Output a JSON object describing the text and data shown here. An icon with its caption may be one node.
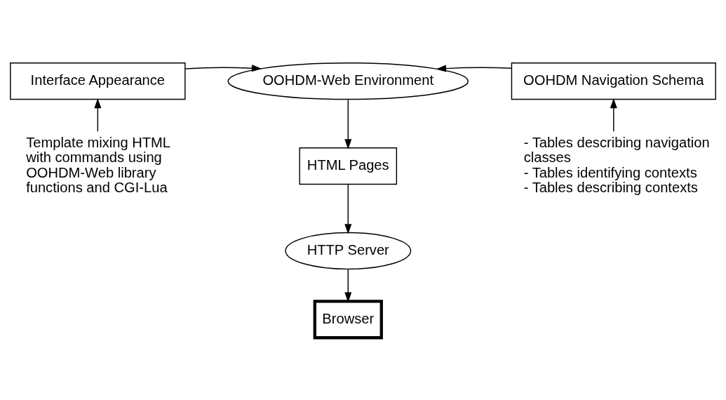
{
  "diagram": {
    "nodes": [
      {
        "text": [
          "Interface Appearance"
        ]
      },
      {
        "text": [
          "OOHDM-Web Environment"
        ]
      },
      {
        "text": [
          "OOHDM Navigation Schema"
        ]
      },
      {
        "text": [
          "Template mixing HTML with commands using OOHDM-Web library functions and CGI-Lua"
        ]
      },
      {
        "text": [
          "HTML Pages"
        ]
      },
      {
        "text": [
          "HTTP Server"
        ]
      },
      {
        "text": [
          "Browser"
        ]
      },
      {
        "text": [
          "- Tables describing navigation classes",
          "- Tables identifying contexts",
          "- Tables describing contexts"
        ]
      }
    ],
    "edges": [
      {
        "from": 0,
        "to": 1,
        "arrow": "to"
      },
      {
        "from": 2,
        "to": 1,
        "arrow": "to"
      },
      {
        "from": 3,
        "to": 0,
        "arrow": "to"
      },
      {
        "from": 7,
        "to": 2,
        "arrow": "to"
      },
      {
        "from": 1,
        "to": 4,
        "arrow": "to"
      },
      {
        "from": 4,
        "to": 5,
        "arrow": "to"
      },
      {
        "from": 5,
        "to": 6,
        "arrow": "to"
      }
    ]
  }
}
